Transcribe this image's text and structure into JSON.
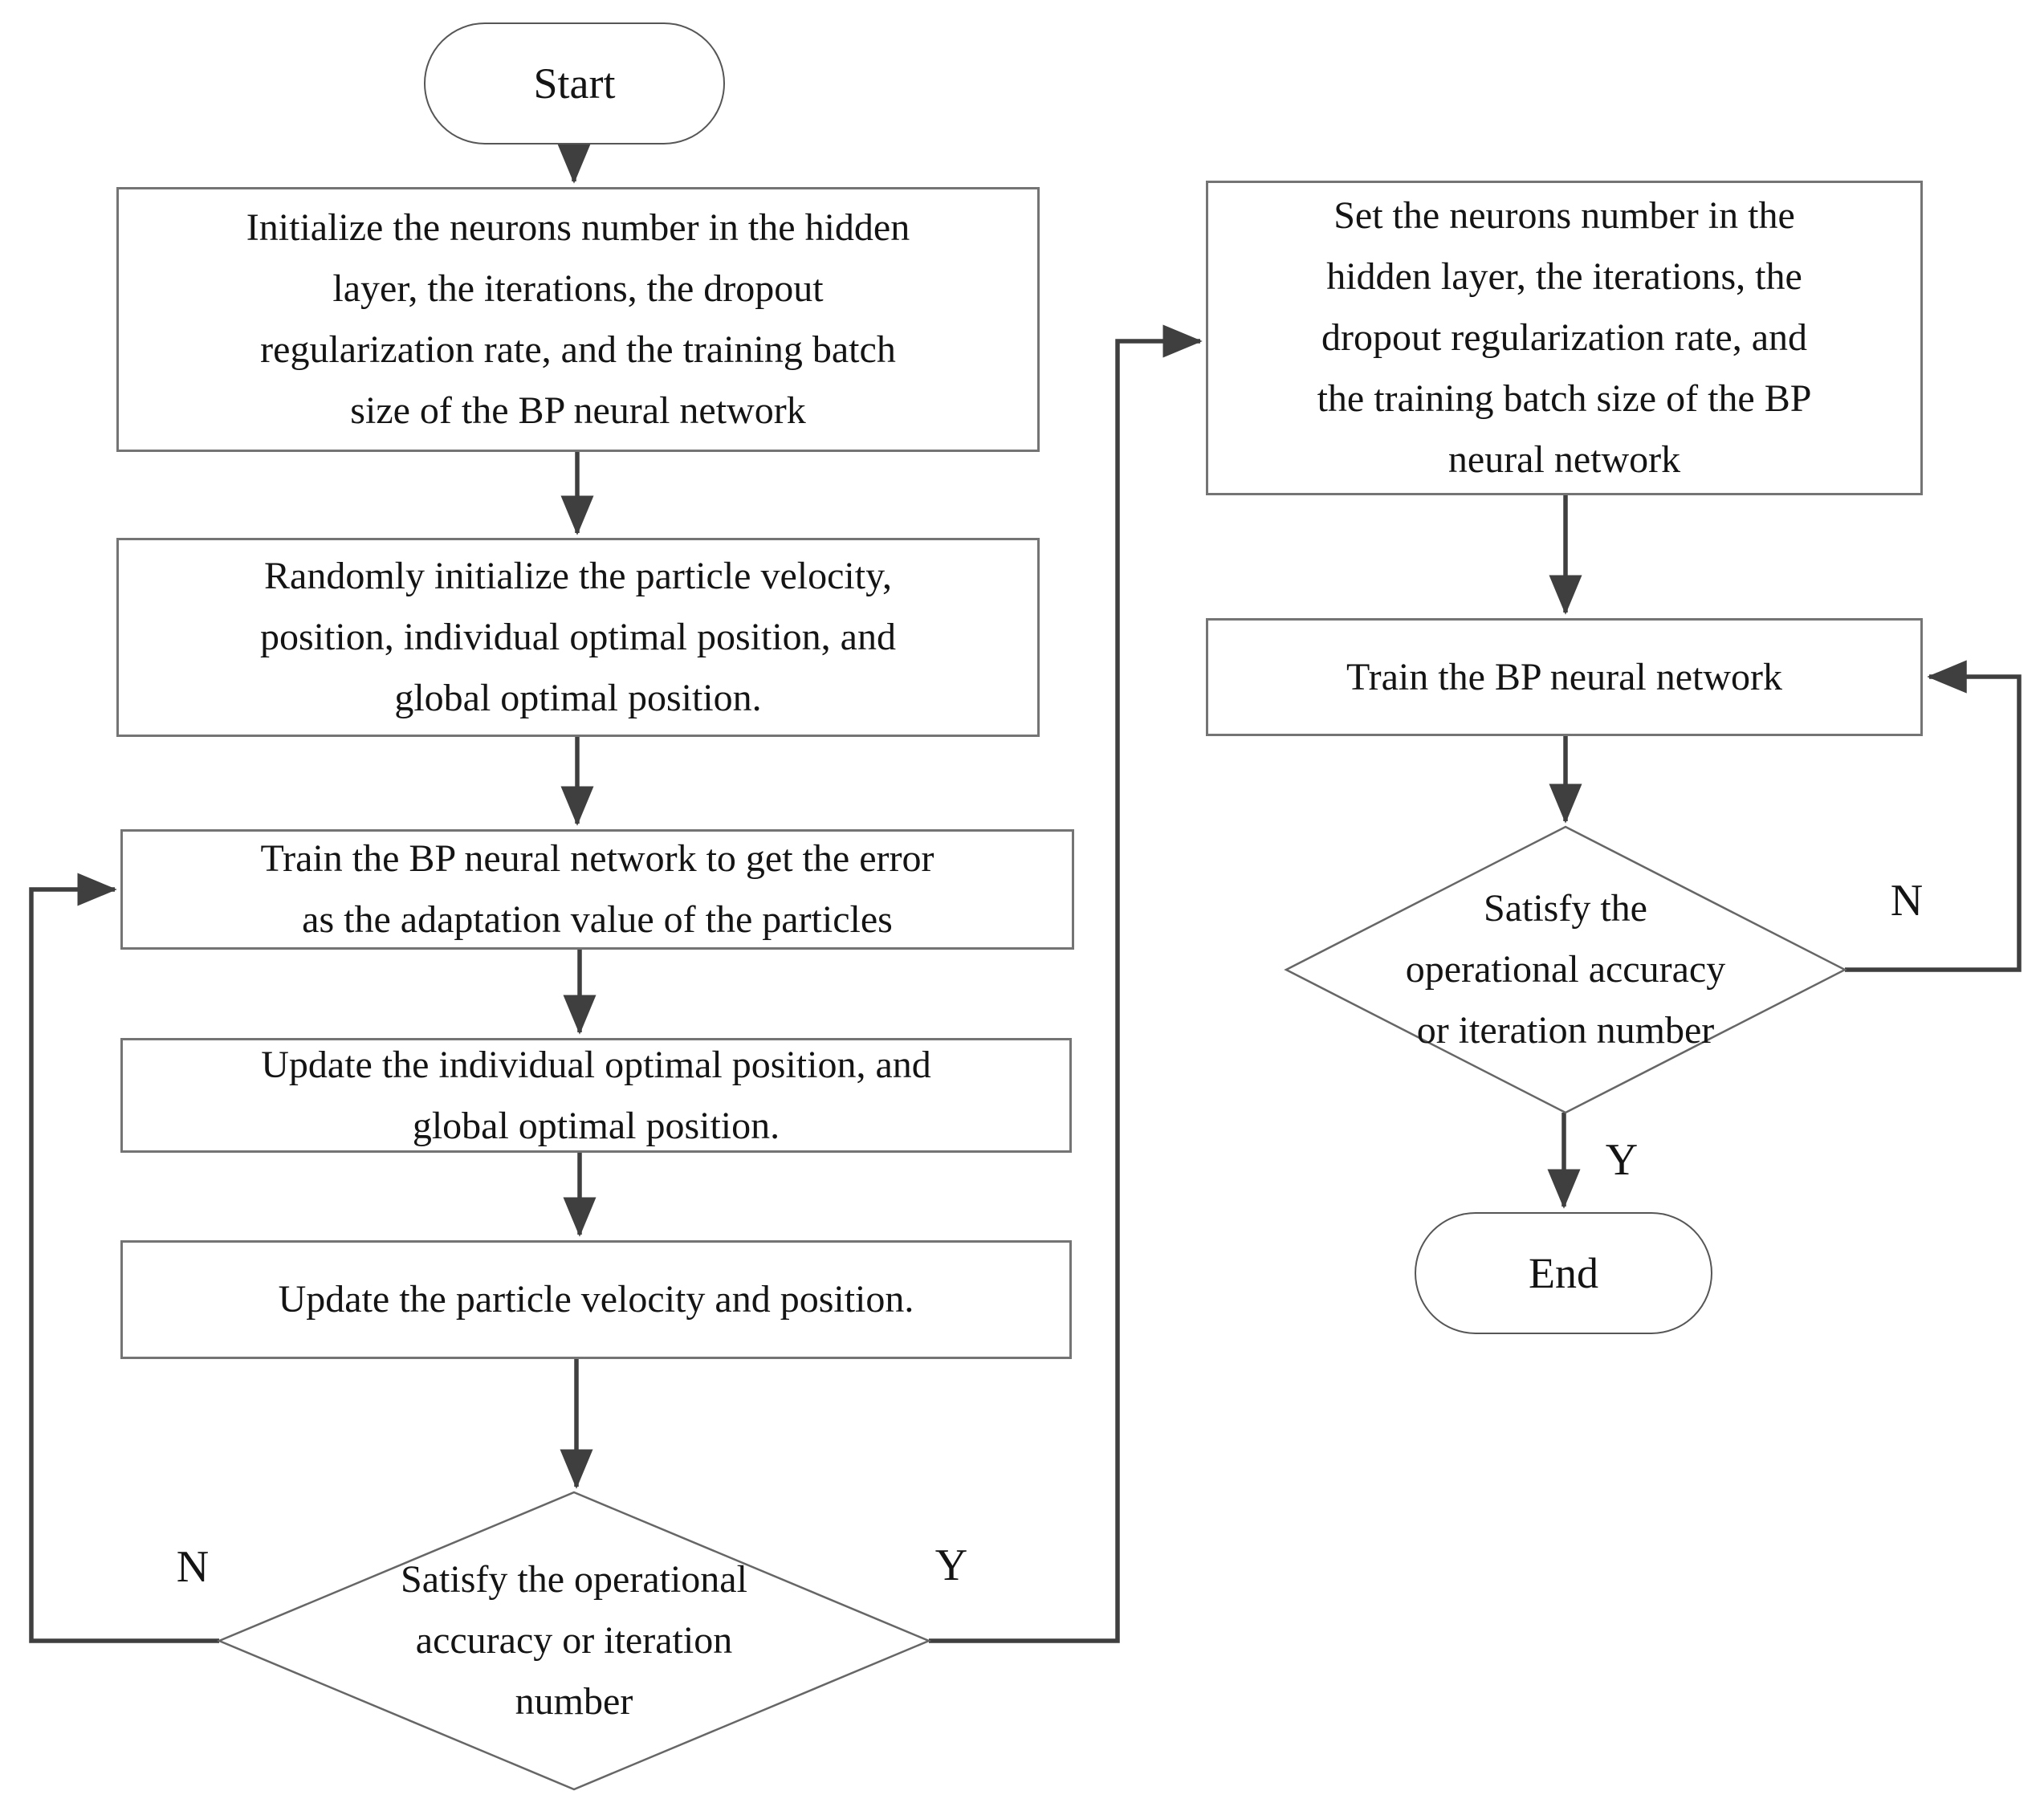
{
  "flowchart": {
    "nodes": {
      "start": {
        "label": "Start"
      },
      "init_bp": {
        "label": "Initialize the neurons number in the hidden\nlayer, the iterations, the dropout\nregularization rate, and the training batch\nsize of the BP neural network"
      },
      "init_pso": {
        "label": "Randomly initialize the particle velocity,\nposition, individual optimal position, and\nglobal optimal position."
      },
      "train_error": {
        "label": "Train the BP neural network to get the error\nas the adaptation value of the particles"
      },
      "update_optimal": {
        "label": "Update the individual optimal position, and\nglobal optimal position."
      },
      "update_velocity": {
        "label": "Update the particle velocity and position."
      },
      "decision_pso": {
        "label": "Satisfy the operational\naccuracy or iteration\nnumber"
      },
      "set_bp": {
        "label": "Set the neurons number in the\nhidden layer, the iterations, the\ndropout regularization rate, and\nthe training batch size of the BP\nneural network"
      },
      "train_bp": {
        "label": "Train the BP neural network"
      },
      "decision_bp": {
        "label": "Satisfy the\noperational accuracy\nor iteration number"
      },
      "end": {
        "label": "End"
      }
    },
    "edge_labels": {
      "pso_no": "N",
      "pso_yes": "Y",
      "bp_no": "N",
      "bp_yes": "Y"
    },
    "colors": {
      "line": "#3f3f3f",
      "box_border": "#747474",
      "diamond_border": "#666666",
      "text": "#141414",
      "background": "#ffffff"
    }
  }
}
